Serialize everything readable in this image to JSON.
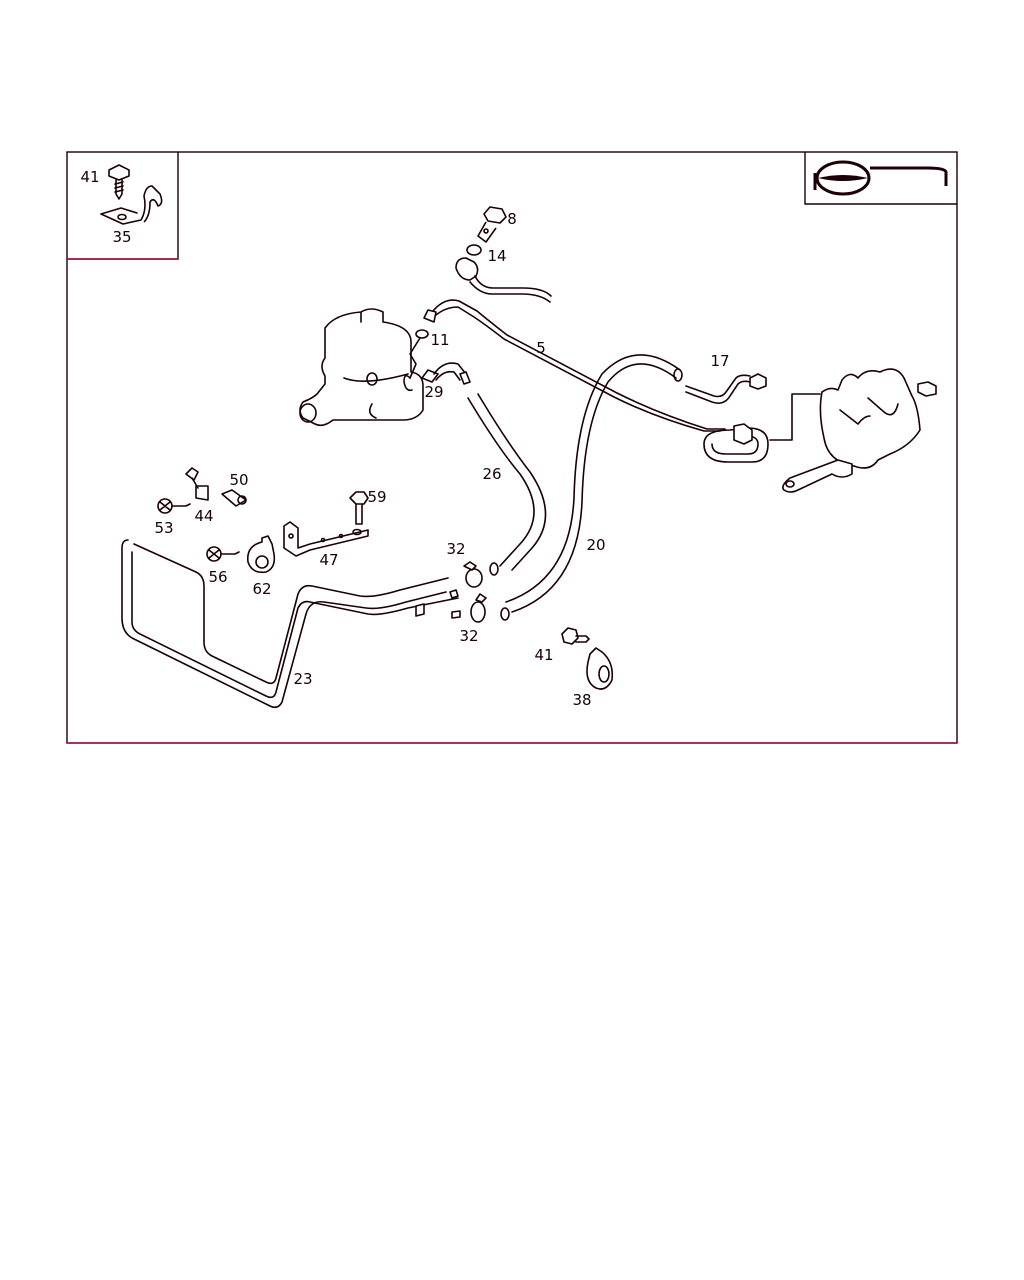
{
  "diagram": {
    "title": "Power steering hydraulic lines parts diagram",
    "icon": "steering-wheel-icon",
    "accent_color": "#b0103a",
    "callouts": {
      "inset_bolt": "41",
      "inset_bracket": "35",
      "banjo_bolt": "8",
      "seal_ring_top": "14",
      "seal_ring": "11",
      "pressure_hose": "5",
      "pipe": "17",
      "fitting": "29",
      "return_hose": "26",
      "hose": "20",
      "spacer": "50",
      "clip": "44",
      "screw_53": "53",
      "bolt_59": "59",
      "bracket_47": "47",
      "screw_56": "56",
      "clamp_62": "62",
      "hose_clamp_upper": "32",
      "hose_clamp_lower": "32",
      "cooler_line": "23",
      "bolt_41": "41",
      "clamp_38": "38"
    }
  }
}
